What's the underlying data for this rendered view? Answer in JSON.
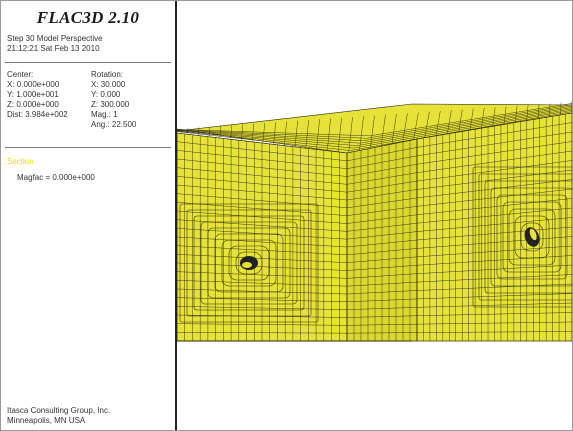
{
  "app": {
    "title": "FLAC3D 2.10"
  },
  "plot_info": {
    "step": "Step 30  Model Perspective",
    "datetime": "21:12:21 Sat Feb 13 2010"
  },
  "view": {
    "center": {
      "label": "Center:",
      "x": "X: 0.000e+000",
      "y": "Y: 1.000e+001",
      "z": "Z: 0.000e+000",
      "dist": "Dist: 3.984e+002"
    },
    "rotation": {
      "label": "Rotation:",
      "x": "X:  30.000",
      "y": "Y:   0.000",
      "z": "Z: 300.000",
      "mag": "Mag.:      1",
      "ang": "Ang.:  22.500"
    }
  },
  "plot_item": {
    "label": "Section",
    "magfac": "Magfac =  0.000e+000"
  },
  "footer": {
    "company": "Itasca Consulting Group, Inc.",
    "location": "Minneapolis, MN  USA"
  },
  "colors": {
    "mesh_fill": "#e6e23a",
    "mesh_face_alt": "#dcd830",
    "mesh_line": "#2b2a0c",
    "section_label": "#e8e000"
  }
}
